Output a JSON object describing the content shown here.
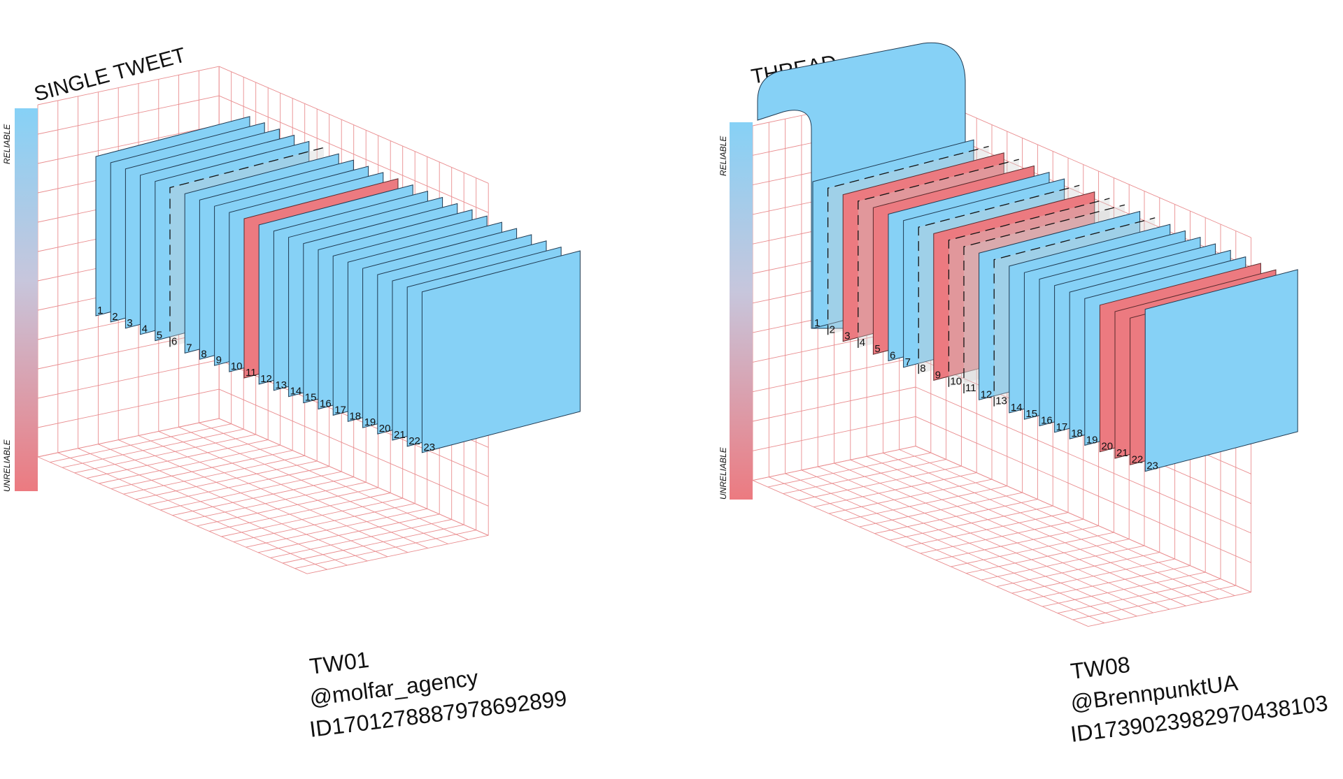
{
  "scale": {
    "top_label": "RELIABLE",
    "bottom_label": "UNRELIABLE"
  },
  "colors": {
    "reliable": "#86d1f6",
    "unreliable": "#ec7a80",
    "grid": "#e98d8f",
    "ghost": "#cccccc"
  },
  "panels": [
    {
      "title": "SINGLE TWEET",
      "caption": [
        "TW01",
        "@molfar_agency",
        "ID1701278887978692899"
      ],
      "items": [
        {
          "n": 1,
          "state": "reliable"
        },
        {
          "n": 2,
          "state": "reliable"
        },
        {
          "n": 3,
          "state": "reliable"
        },
        {
          "n": 4,
          "state": "reliable"
        },
        {
          "n": 5,
          "state": "reliable"
        },
        {
          "n": 6,
          "state": "missing"
        },
        {
          "n": 7,
          "state": "reliable"
        },
        {
          "n": 8,
          "state": "reliable"
        },
        {
          "n": 9,
          "state": "reliable"
        },
        {
          "n": 10,
          "state": "reliable"
        },
        {
          "n": 11,
          "state": "unreliable"
        },
        {
          "n": 12,
          "state": "reliable"
        },
        {
          "n": 13,
          "state": "reliable"
        },
        {
          "n": 14,
          "state": "reliable"
        },
        {
          "n": 15,
          "state": "reliable"
        },
        {
          "n": 16,
          "state": "reliable"
        },
        {
          "n": 17,
          "state": "reliable"
        },
        {
          "n": 18,
          "state": "reliable"
        },
        {
          "n": 19,
          "state": "reliable"
        },
        {
          "n": 20,
          "state": "reliable"
        },
        {
          "n": 21,
          "state": "reliable"
        },
        {
          "n": 22,
          "state": "reliable"
        },
        {
          "n": 23,
          "state": "reliable"
        }
      ]
    },
    {
      "title": "THREAD",
      "caption": [
        "TW08",
        "@BrennpunktUA",
        "ID1739023982970438103"
      ],
      "items": [
        {
          "n": 1,
          "state": "reliable"
        },
        {
          "n": 2,
          "state": "missing"
        },
        {
          "n": 3,
          "state": "unreliable"
        },
        {
          "n": 4,
          "state": "missing"
        },
        {
          "n": 5,
          "state": "unreliable"
        },
        {
          "n": 6,
          "state": "reliable"
        },
        {
          "n": 7,
          "state": "reliable"
        },
        {
          "n": 8,
          "state": "missing"
        },
        {
          "n": 9,
          "state": "unreliable"
        },
        {
          "n": 10,
          "state": "missing"
        },
        {
          "n": 11,
          "state": "missing"
        },
        {
          "n": 12,
          "state": "reliable"
        },
        {
          "n": 13,
          "state": "missing"
        },
        {
          "n": 14,
          "state": "reliable"
        },
        {
          "n": 15,
          "state": "reliable"
        },
        {
          "n": 16,
          "state": "reliable"
        },
        {
          "n": 17,
          "state": "reliable"
        },
        {
          "n": 18,
          "state": "reliable"
        },
        {
          "n": 19,
          "state": "reliable"
        },
        {
          "n": 20,
          "state": "unreliable"
        },
        {
          "n": 21,
          "state": "unreliable"
        },
        {
          "n": 22,
          "state": "unreliable"
        },
        {
          "n": 23,
          "state": "reliable"
        }
      ]
    }
  ]
}
